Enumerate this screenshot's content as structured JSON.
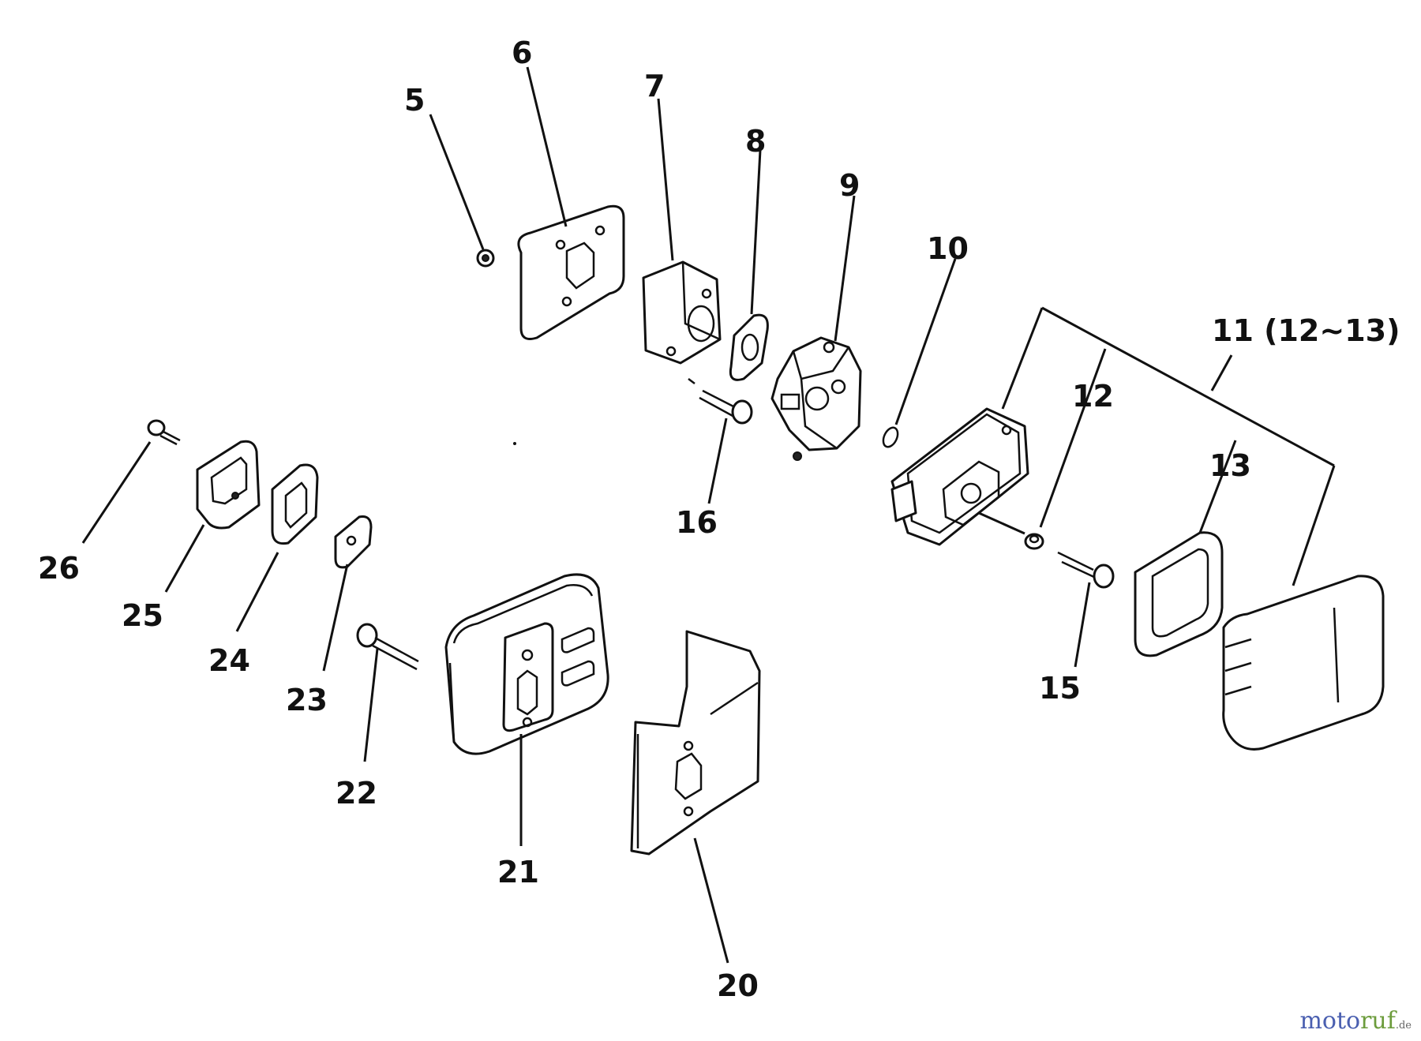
{
  "labels": {
    "p5": "5",
    "p6": "6",
    "p7": "7",
    "p8": "8",
    "p9": "9",
    "p10": "10",
    "p11": "11 (12~13)",
    "p12": "12",
    "p13": "13",
    "p15": "15",
    "p16": "16",
    "p20": "20",
    "p21": "21",
    "p22": "22",
    "p23": "23",
    "p24": "24",
    "p25": "25",
    "p26": "26"
  },
  "watermark": {
    "part1": "moto",
    "part2": "ruf",
    "part3": ".de"
  },
  "colors": {
    "line": "#111111",
    "watermark_blue": "#4a5fb0",
    "watermark_green": "#6c9c3c"
  }
}
